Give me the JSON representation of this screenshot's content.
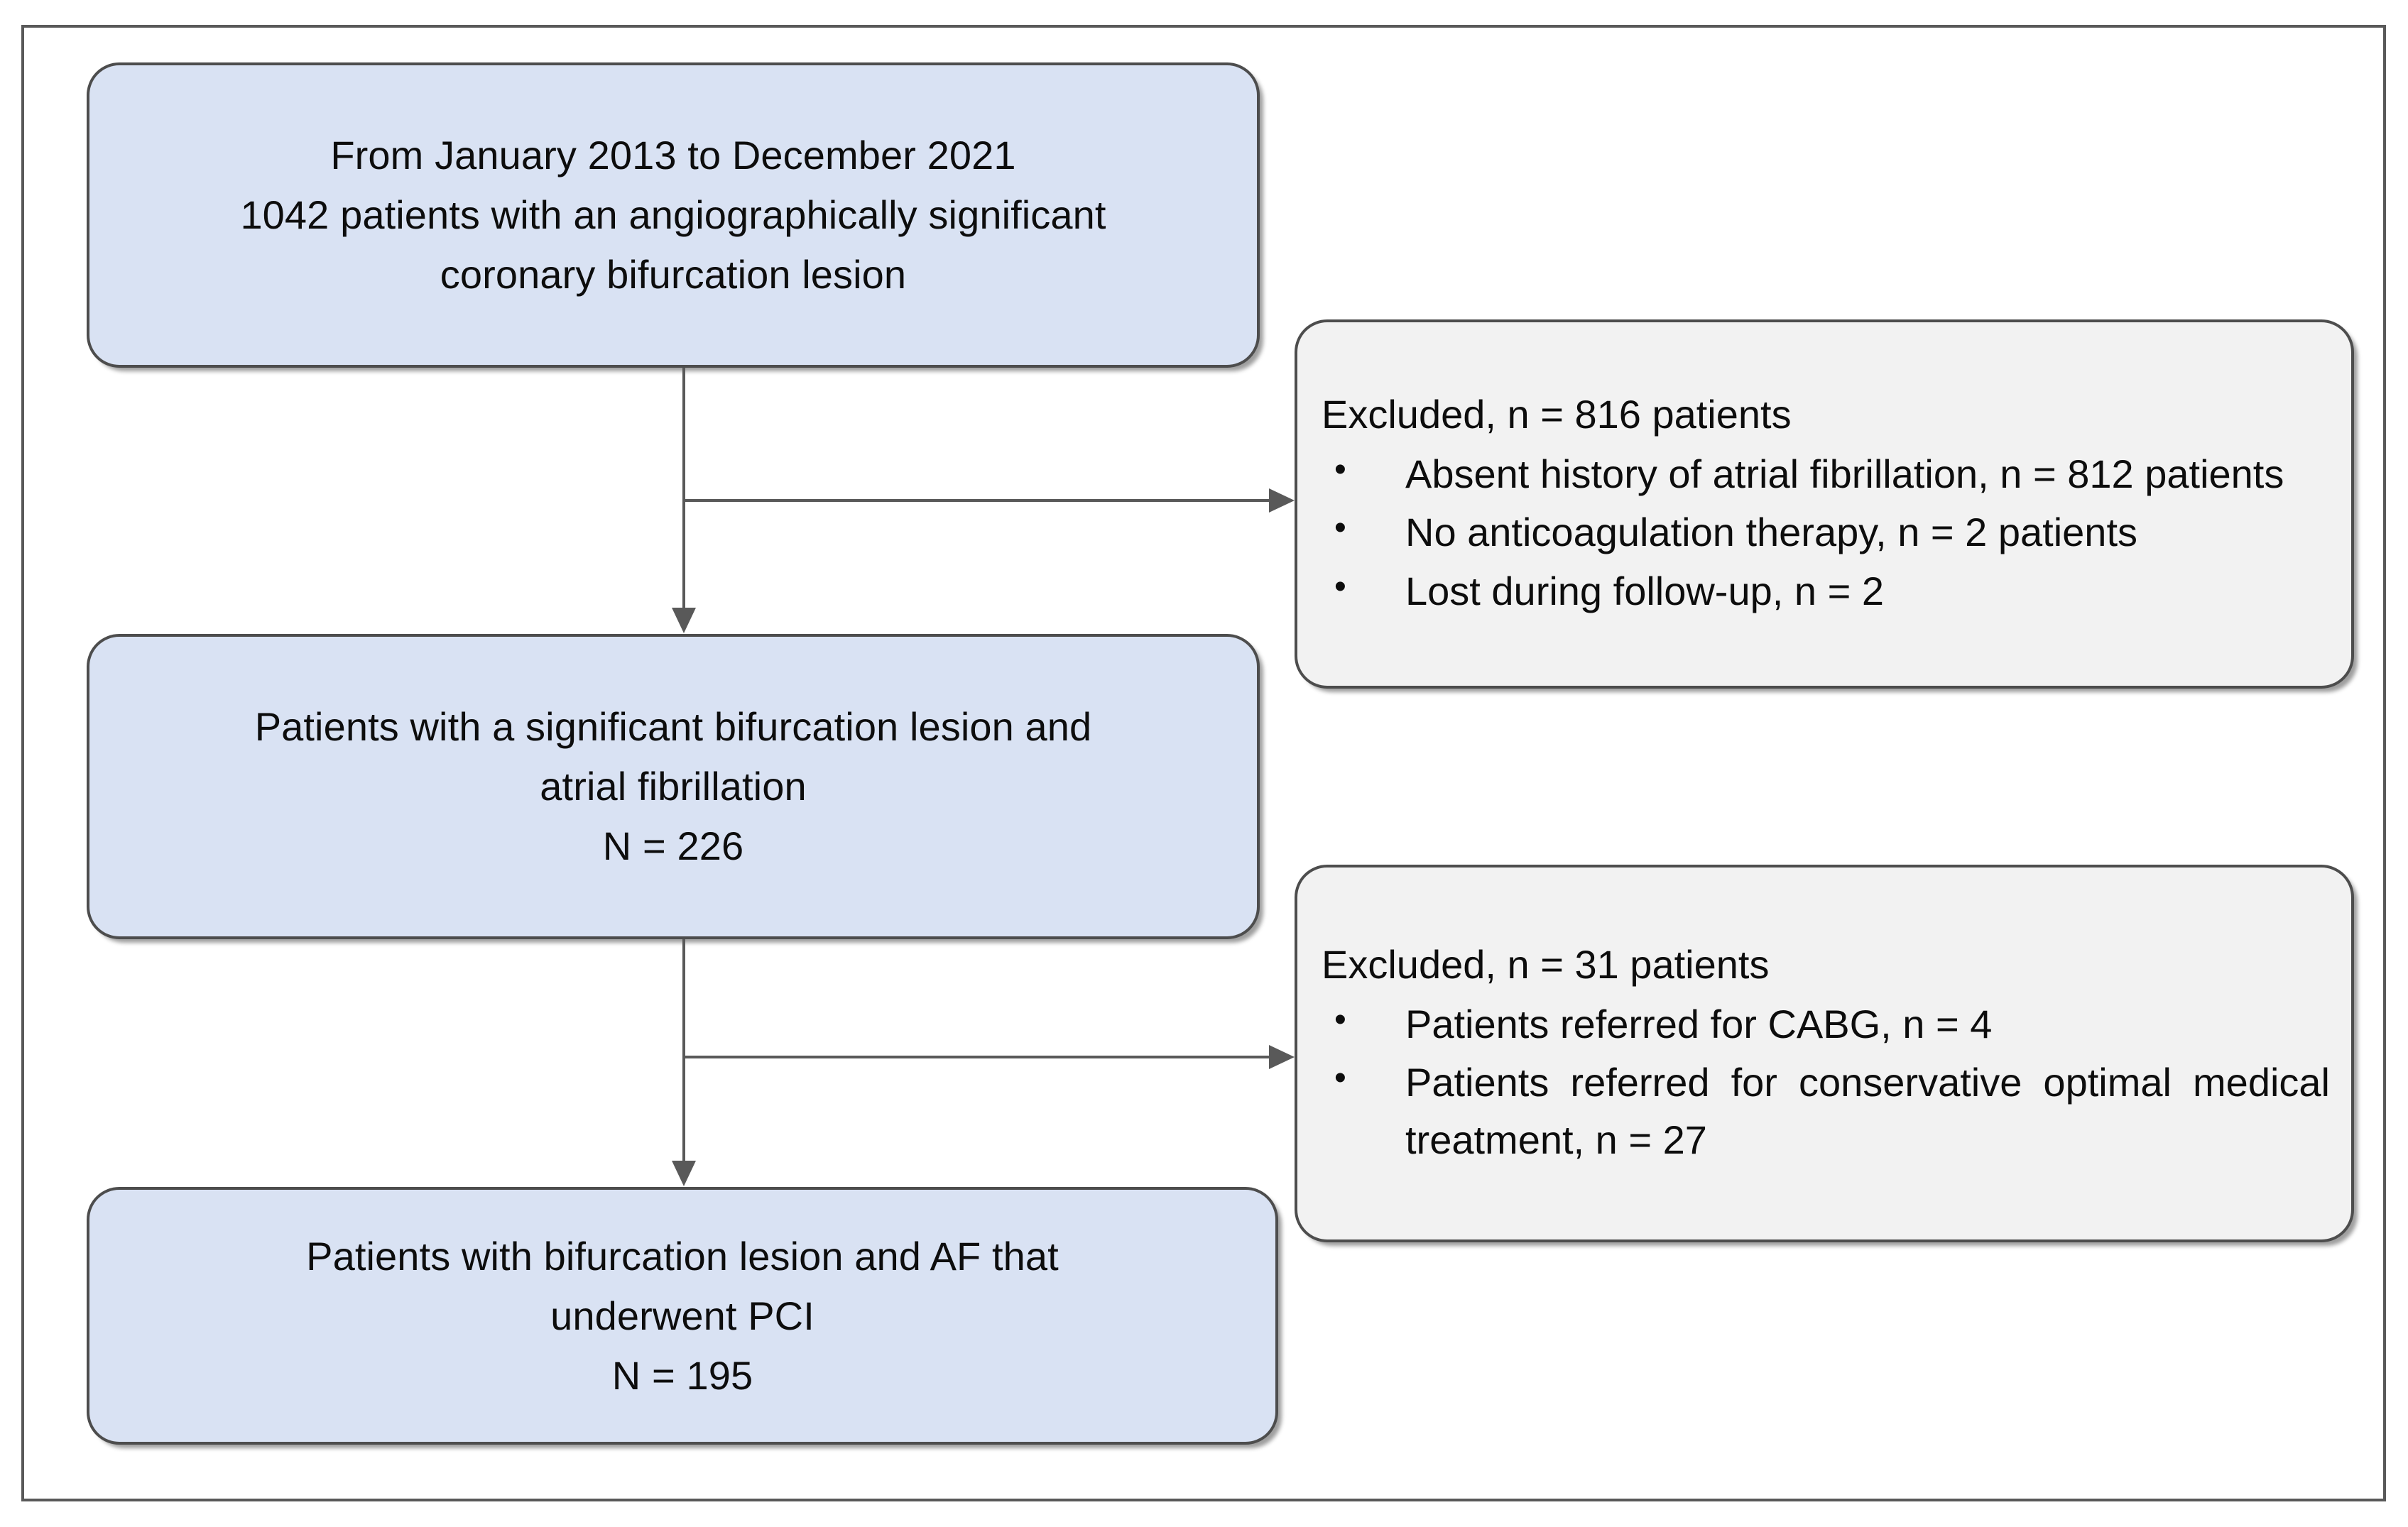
{
  "figure": {
    "type": "patient-flow-diagram",
    "colors": {
      "node_fill_primary": "#d9e2f3",
      "node_fill_excluded": "#f2f2f2",
      "node_border": "#4d4d4d",
      "connector": "#595959",
      "frame": "#595959",
      "text": "#0d0d0d"
    }
  },
  "nodes": {
    "cohort_initial": {
      "line1": "From January 2013 to December 2021",
      "line2": "1042 patients with an angiographically  significant",
      "line3": "coronary bifurcation lesion"
    },
    "excluded_1": {
      "heading": "Excluded, n = 816 patients",
      "items": [
        "Absent history of atrial fibrillation, n = 812 patients",
        "No anticoagulation therapy, n = 2 patients",
        "Lost during follow-up, n = 2"
      ]
    },
    "cohort_af": {
      "line1": "Patients with a significant bifurcation lesion and",
      "line2": "atrial fibrillation",
      "line3": "N = 226"
    },
    "excluded_2": {
      "heading": "Excluded, n = 31 patients",
      "items": [
        "Patients referred for CABG, n = 4",
        "Patients referred for conservative optimal medical treatment, n = 27"
      ]
    },
    "cohort_pci": {
      "line1": "Patients with bifurcation lesion and AF that",
      "line2": "underwent PCI",
      "line3": "N = 195"
    }
  },
  "bullet_glyph": "•"
}
